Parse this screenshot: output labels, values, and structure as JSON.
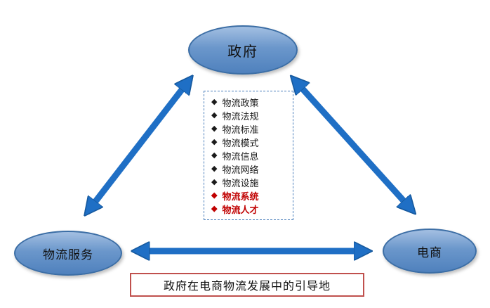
{
  "nodes": {
    "government": {
      "label": "政府"
    },
    "logistics_service": {
      "label": "物流服务"
    },
    "ecommerce": {
      "label": "电商"
    }
  },
  "factor_list": {
    "bullet": "◆",
    "items": [
      {
        "label": "物流政策",
        "emphasis": false
      },
      {
        "label": "物流法规",
        "emphasis": false
      },
      {
        "label": "物流标准",
        "emphasis": false
      },
      {
        "label": "物流模式",
        "emphasis": false
      },
      {
        "label": "物流信息",
        "emphasis": false
      },
      {
        "label": "物流网络",
        "emphasis": false
      },
      {
        "label": "物流设施",
        "emphasis": false
      },
      {
        "label": "物流系统",
        "emphasis": true
      },
      {
        "label": "物流人才",
        "emphasis": true
      }
    ]
  },
  "caption": {
    "label": "政府在电商物流发展中的引导地"
  },
  "colors": {
    "node_fill": "#4f81bd",
    "node_border": "#3c6ea5",
    "arrow": "#1f6fc5",
    "list_border_dashed": "#4a7ebb",
    "emphasis_text": "#c00000",
    "caption_border": "#c0504d"
  }
}
